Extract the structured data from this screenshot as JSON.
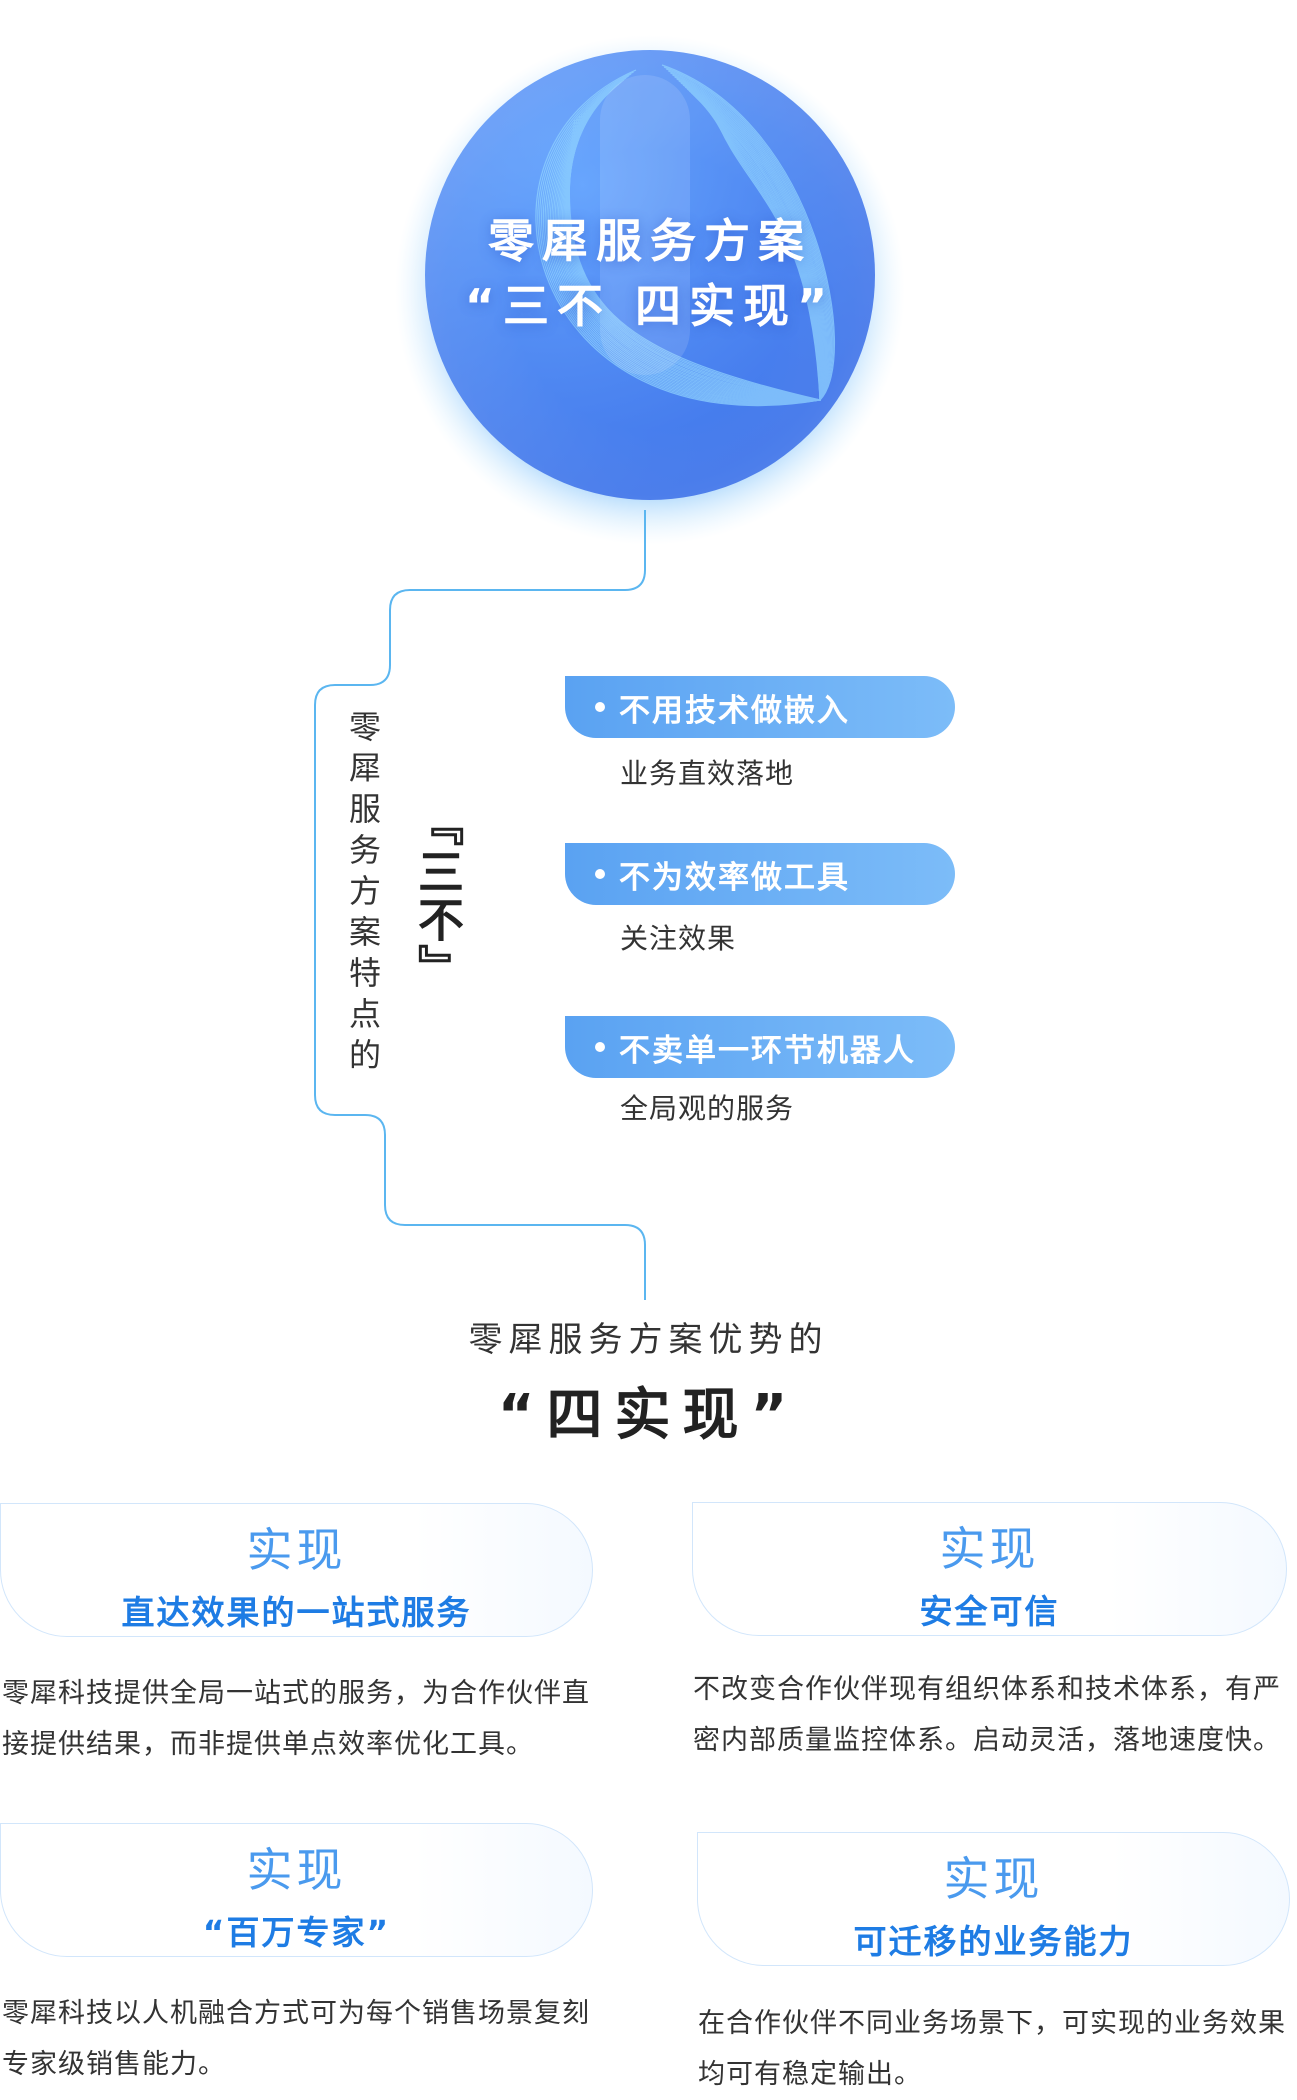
{
  "hero": {
    "line1": "零犀服务方案",
    "line2": "“三不 四实现”"
  },
  "three_no": {
    "label": "零犀服务方案特点的",
    "mark": "『三不』",
    "items": [
      {
        "title": "不用技术做嵌入",
        "sub": "业务直效落地"
      },
      {
        "title": "不为效率做工具",
        "sub": "关注效果"
      },
      {
        "title": "不卖单一环节机器人",
        "sub": "全局观的服务"
      }
    ]
  },
  "advantages": {
    "title": "零犀服务方案优势的",
    "big": "“四实现”",
    "cards": [
      {
        "kicker": "实现",
        "main": "直达效果的一站式服务",
        "desc_line1": "零犀科技提供全局一站式的服务，为合作伙伴直",
        "desc_line2": "接提供结果，而非提供单点效率优化工具。"
      },
      {
        "kicker": "实现",
        "main": "安全可信",
        "desc_line1": "不改变合作伙伴现有组织体系和技术体系，有严",
        "desc_line2": "密内部质量监控体系。启动灵活，落地速度快。"
      },
      {
        "kicker": "实现",
        "main": "“百万专家”",
        "desc_line1": "零犀科技以人机融合方式可为每个销售场景复刻",
        "desc_line2": "专家级销售能力。"
      },
      {
        "kicker": "实现",
        "main": "可迁移的业务能力",
        "desc_line1": "在合作伙伴不同业务场景下，可实现的业务效果",
        "desc_line2": "均可有稳定输出。"
      }
    ]
  },
  "colors": {
    "accent": "#1e7ce4",
    "pill": "#5aa2f2",
    "line": "#5bb6f0"
  }
}
